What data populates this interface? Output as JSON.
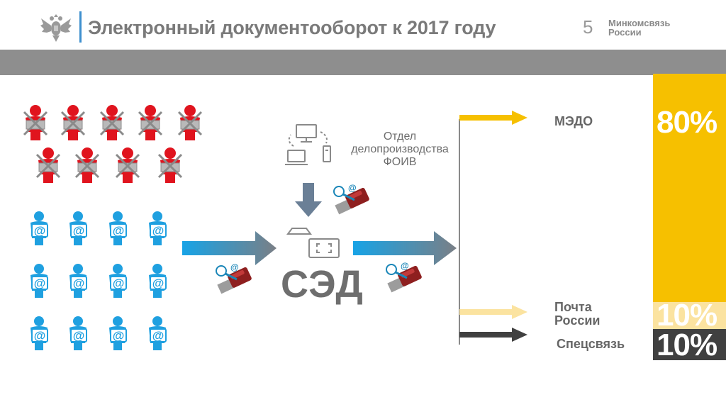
{
  "header": {
    "title": "Электронный документооборот к 2017 году",
    "page_number": "5",
    "ministry_line1": "Минкомсвязь",
    "ministry_line2": "России"
  },
  "center": {
    "department_line1": "Отдел",
    "department_line2": "делопроизводства",
    "department_line3": "ФОИВ",
    "system_label": "СЭД"
  },
  "routes": [
    {
      "label_line1": "МЭДО",
      "label_line2": "",
      "share": "80%",
      "color": "#f6c000"
    },
    {
      "label_line1": "Почта",
      "label_line2": "России",
      "share": "10%",
      "color": "#fbe3a0"
    },
    {
      "label_line1": "Спецсвязь",
      "label_line2": "",
      "share": "10%",
      "color": "#404040"
    }
  ],
  "icons": {
    "emblem": "russian-coat-of-arms",
    "crossed_person": "crossed-out-paper-user",
    "email_user": "email-user",
    "computers": "networked-computers",
    "usb_token": "usb-token-key",
    "scanner": "document-scanner"
  },
  "colors": {
    "accent_blue": "#1fa0e0",
    "red": "#e0141e",
    "gold": "#f6c000",
    "dark": "#404040"
  }
}
